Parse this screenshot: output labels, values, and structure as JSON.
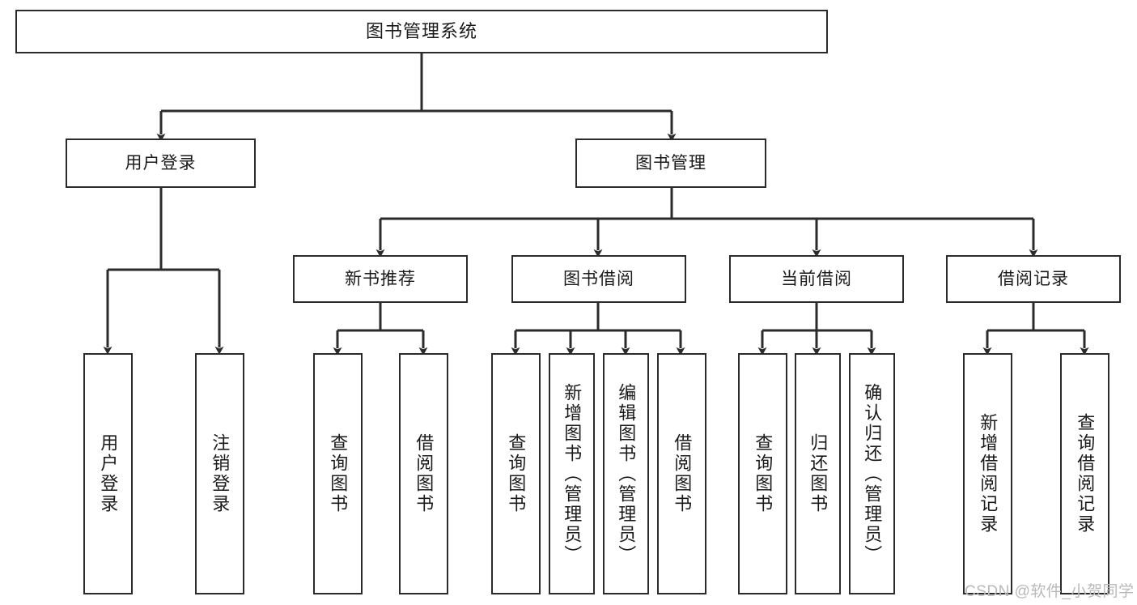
{
  "diagram": {
    "type": "tree-hierarchy-diagram",
    "title": "图书管理系统",
    "stroke_color": "#2b2b2b",
    "background_color": "#ffffff",
    "text_color": "#1a1a1a",
    "levels": {
      "root": {
        "label": "图书管理系统"
      },
      "level2": [
        {
          "id": "user-login",
          "label": "用户登录"
        },
        {
          "id": "book-management",
          "label": "图书管理"
        }
      ],
      "level3": [
        {
          "id": "new-book-recommend",
          "label": "新书推荐",
          "parent": "book-management"
        },
        {
          "id": "book-borrow",
          "label": "图书借阅",
          "parent": "book-management"
        },
        {
          "id": "current-borrow",
          "label": "当前借阅",
          "parent": "book-management"
        },
        {
          "id": "borrow-record",
          "label": "借阅记录",
          "parent": "book-management"
        }
      ],
      "leaves": [
        {
          "id": "leaf-user-login",
          "label": "用户登录",
          "parent": "user-login"
        },
        {
          "id": "leaf-logout-login",
          "label": "注销登录",
          "parent": "user-login"
        },
        {
          "id": "leaf-query-book-1",
          "label": "查询图书",
          "parent": "new-book-recommend"
        },
        {
          "id": "leaf-borrow-book-1",
          "label": "借阅图书",
          "parent": "new-book-recommend"
        },
        {
          "id": "leaf-query-book-2",
          "label": "查询图书",
          "parent": "book-borrow"
        },
        {
          "id": "leaf-add-book",
          "label": "新增图书（管理员）",
          "parent": "book-borrow"
        },
        {
          "id": "leaf-edit-book",
          "label": "编辑图书（管理员）",
          "parent": "book-borrow"
        },
        {
          "id": "leaf-borrow-book-2",
          "label": "借阅图书",
          "parent": "book-borrow"
        },
        {
          "id": "leaf-query-book-3",
          "label": "查询图书",
          "parent": "current-borrow"
        },
        {
          "id": "leaf-return-book",
          "label": "归还图书",
          "parent": "current-borrow"
        },
        {
          "id": "leaf-confirm-return",
          "label": "确认归还（管理员）",
          "parent": "current-borrow"
        },
        {
          "id": "leaf-add-record",
          "label": "新增借阅记录",
          "parent": "borrow-record"
        },
        {
          "id": "leaf-query-record",
          "label": "查询借阅记录",
          "parent": "borrow-record"
        }
      ]
    }
  },
  "watermark": {
    "text": "CSDN @软件_小贺同学"
  }
}
